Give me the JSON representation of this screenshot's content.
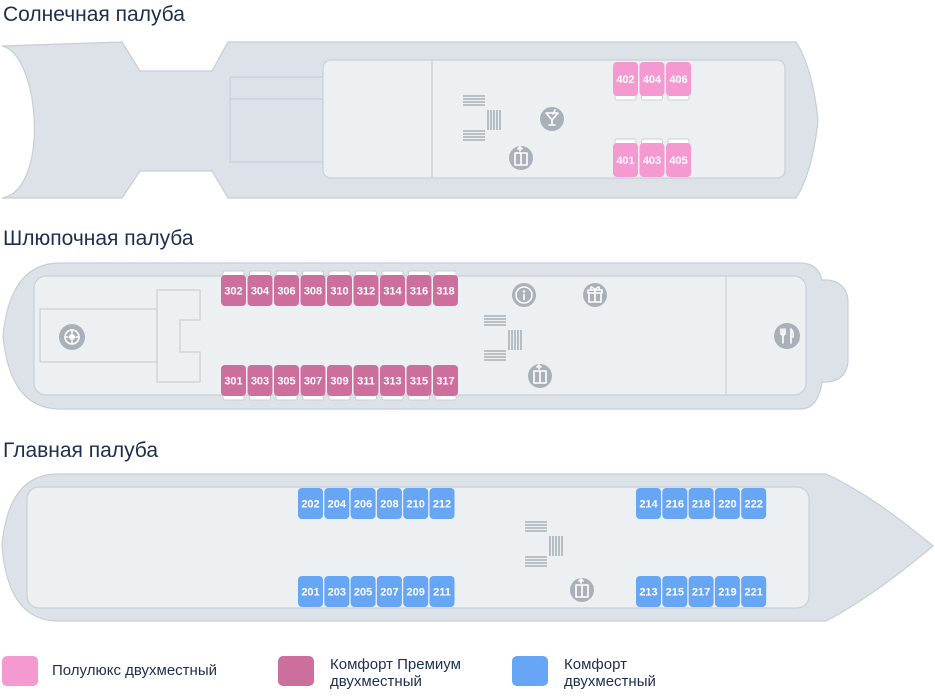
{
  "colors": {
    "semi_lux": "#f59ad0",
    "comfort_premium": "#cc6f9c",
    "comfort": "#66a6f5"
  },
  "decks": [
    {
      "title": "Солнечная палуба",
      "cabins_top": [
        "402",
        "404",
        "406"
      ],
      "cabins_bottom": [
        "401",
        "403",
        "405"
      ],
      "icons": [
        "stairs-icon",
        "cocktail-icon",
        "elevator-icon"
      ]
    },
    {
      "title": "Шлюпочная палуба",
      "cabins_top": [
        "302",
        "304",
        "306",
        "308",
        "310",
        "312",
        "314",
        "316",
        "318"
      ],
      "cabins_bottom": [
        "301",
        "303",
        "305",
        "307",
        "309",
        "311",
        "313",
        "315",
        "317"
      ],
      "icons": [
        "lifebuoy-icon",
        "info-icon",
        "gift-icon",
        "stairs-icon",
        "elevator-icon",
        "restaurant-icon"
      ]
    },
    {
      "title": "Главная палуба",
      "cabins_top_left": [
        "202",
        "204",
        "206",
        "208",
        "210",
        "212"
      ],
      "cabins_bottom_left": [
        "201",
        "203",
        "205",
        "207",
        "209",
        "211"
      ],
      "cabins_top_right": [
        "214",
        "216",
        "218",
        "220",
        "222"
      ],
      "cabins_bottom_right": [
        "213",
        "215",
        "217",
        "219",
        "221"
      ],
      "icons": [
        "stairs-icon",
        "elevator-icon"
      ]
    }
  ],
  "legend": [
    {
      "lines": [
        "Полулюкс двухместный"
      ],
      "color": "#f59ad0"
    },
    {
      "lines": [
        "Комфорт Премиум",
        "двухместный"
      ],
      "color": "#cc6f9c"
    },
    {
      "lines": [
        "Комфорт",
        "двухместный"
      ],
      "color": "#66a6f5"
    }
  ]
}
